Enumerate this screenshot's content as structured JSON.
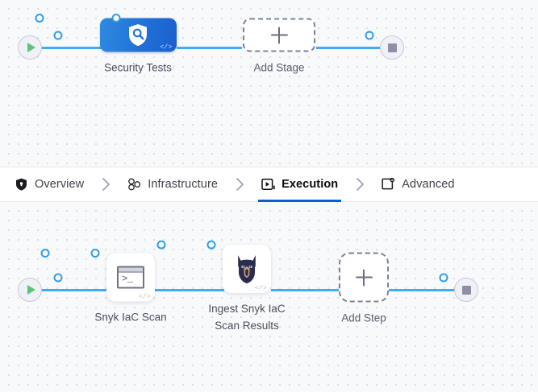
{
  "colors": {
    "canvas_bg": "#f7f9fb",
    "grid_dot": "#d3dbe4",
    "wire": "#44aaf2",
    "port_ring": "#2e9ee8",
    "stage_blue_start": "#2f8ae0",
    "stage_blue_end": "#1c5fd0",
    "active_tab_underline": "#0b5cd5",
    "play_green": "#5bc47a",
    "stop_gray": "#8e8ea6",
    "dashed_border": "#7f8296",
    "tabbar_bg": "#ffffff",
    "tab_label": "#42424a",
    "tab_label_active": "#0b0b0d",
    "node_label": "#4a4f5c",
    "snyk_dog_dark": "#2b2d4e",
    "snyk_dog_tan": "#c9a277"
  },
  "tabs": [
    {
      "id": "overview",
      "label": "Overview",
      "icon": "shield-icon",
      "active": false
    },
    {
      "id": "infrastructure",
      "label": "Infrastructure",
      "icon": "nodes-icon",
      "active": false
    },
    {
      "id": "execution",
      "label": "Execution",
      "icon": "play-square-icon",
      "active": true
    },
    {
      "id": "advanced",
      "label": "Advanced",
      "icon": "card-gear-icon",
      "active": false
    }
  ],
  "tab_separator": "chevron-right-icon",
  "stage_pipeline": {
    "name": "stage-pipeline",
    "start_node": {
      "name": "pipeline-start",
      "icon": "play-icon"
    },
    "end_node": {
      "name": "pipeline-end",
      "icon": "stop-icon"
    },
    "stages": [
      {
        "id": "security-tests",
        "label": "Security Tests",
        "icon": "shield-search-icon",
        "badge": "</>",
        "type": "stage"
      }
    ],
    "add_stage": {
      "label": "Add Stage",
      "icon": "plus-icon"
    }
  },
  "step_pipeline": {
    "name": "step-pipeline",
    "start_node": {
      "name": "steps-start",
      "icon": "play-icon"
    },
    "end_node": {
      "name": "steps-end",
      "icon": "stop-icon"
    },
    "steps": [
      {
        "id": "snyk-iac-scan",
        "label": "Snyk IaC Scan",
        "icon": "terminal-icon",
        "badge": "</>",
        "prompt": ">_"
      },
      {
        "id": "ingest-snyk-results",
        "label": "Ingest Snyk IaC\nScan Results",
        "icon": "snyk-dog-icon",
        "badge": "</>"
      }
    ],
    "add_step": {
      "label": "Add Step",
      "icon": "plus-icon"
    }
  }
}
